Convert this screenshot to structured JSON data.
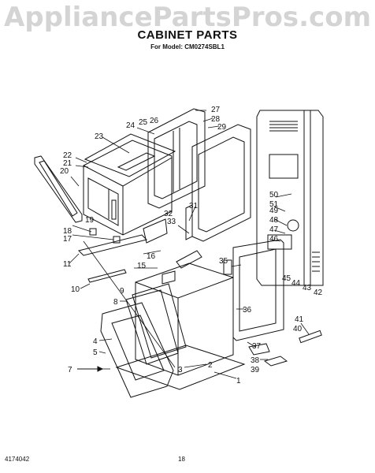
{
  "watermark": "AppliancePartsPros.com",
  "title": "CABINET PARTS",
  "model_line": "For Model: CM0274SBL1",
  "callouts": [
    "1",
    "2",
    "3",
    "4",
    "5",
    "7",
    "8",
    "9",
    "10",
    "11",
    "15",
    "16",
    "17",
    "18",
    "19",
    "20",
    "21",
    "22",
    "23",
    "24",
    "25",
    "26",
    "27",
    "28",
    "29",
    "31",
    "32",
    "33",
    "35",
    "36",
    "37",
    "38",
    "39",
    "40",
    "41",
    "42",
    "43",
    "44",
    "45",
    "46",
    "47",
    "48",
    "49",
    "50",
    "51"
  ],
  "footer": {
    "doc_number": "4174042",
    "page": "18"
  }
}
